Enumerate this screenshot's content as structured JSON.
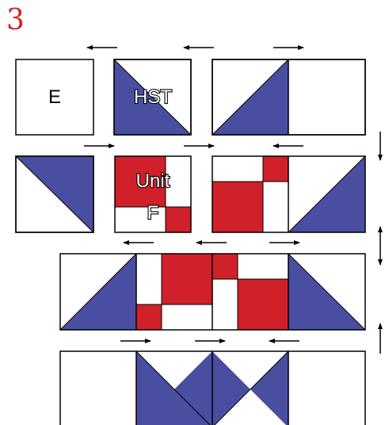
{
  "step_number": "3",
  "labels": {
    "unit_e": "E",
    "hst": "HST",
    "unit_f_line1": "Unit",
    "unit_f_line2": "F"
  },
  "pressing_arrows": {
    "row1": [
      "left",
      "left",
      "right"
    ],
    "row2": [
      "right",
      "right",
      "left"
    ],
    "row3": [
      "left",
      "left",
      "right"
    ],
    "row4": [
      "right",
      "right",
      "left"
    ],
    "between_rows": [
      "down",
      "both",
      "up"
    ]
  },
  "colors": {
    "accent_step": "#d42027",
    "navy": "#4a4ea0",
    "red": "#d0202a",
    "outline": "#000000",
    "background": "#ffffff"
  }
}
